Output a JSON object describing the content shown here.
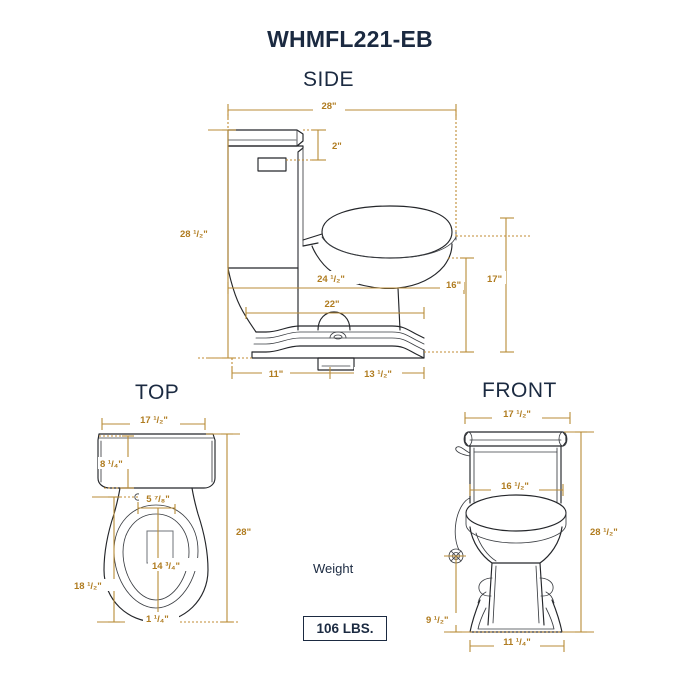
{
  "title": "WHMFL221-EB",
  "views": {
    "side": {
      "heading": "SIDE"
    },
    "top": {
      "heading": "TOP"
    },
    "front": {
      "heading": "FRONT"
    }
  },
  "weight": {
    "label": "Weight",
    "value": "106 LBS."
  },
  "colors": {
    "dimension": "#b88b37",
    "dimension_text": "#b07c20",
    "heading": "#1b2a41",
    "outline": "#24262a",
    "background": "#ffffff"
  },
  "dimensions": {
    "side": {
      "overall_depth": "28\"",
      "lid_height": "2\"",
      "overall_height": "28 ¹/₂\"",
      "bowl_depth": "24 ¹/₂\"",
      "base_depth": "22\"",
      "rim_height": "16\"",
      "seat_height": "17\"",
      "rear_to_bolt": "11\"",
      "bolt_to_front": "13 ¹/₂\""
    },
    "top": {
      "tank_width": "17 ¹/₂\"",
      "tank_depth": "8 ¹/₄\"",
      "bolt_spread": "5 ⁷/₈\"",
      "overall_length": "28\"",
      "bowl_width": "14 ³/₄\"",
      "bowl_length": "18 ¹/₂\"",
      "front_offset": "1 ¹/₄\""
    },
    "front": {
      "tank_width": "17 ¹/₂\"",
      "tank_inner_width": "16 ¹/₂\"",
      "overall_height": "28 ¹/₂\"",
      "base_height": "9 ¹/₂\"",
      "base_width": "11 ¹/₄\""
    }
  }
}
